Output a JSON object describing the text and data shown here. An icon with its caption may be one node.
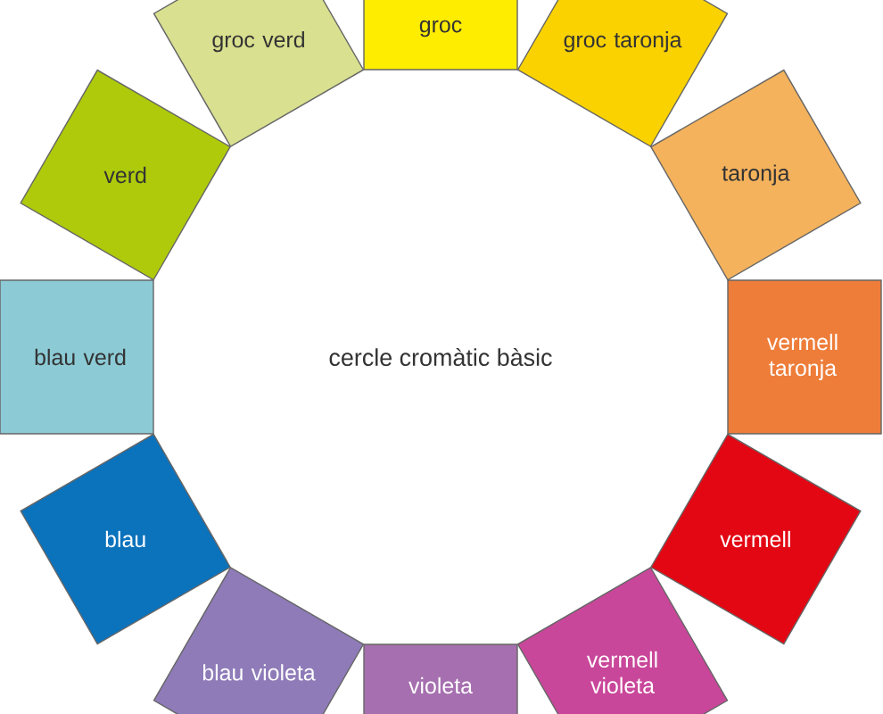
{
  "diagram": {
    "nodes": [
      {
        "text": [
          "groc"
        ]
      },
      {
        "text": [
          "groc taronja"
        ]
      },
      {
        "text": [
          "taronja"
        ]
      },
      {
        "text": [
          "vermell taronja"
        ]
      },
      {
        "text": [
          "vermell"
        ]
      },
      {
        "text": [
          "vermell violeta"
        ]
      },
      {
        "text": [
          "violeta"
        ]
      },
      {
        "text": [
          "blau violeta"
        ]
      },
      {
        "text": [
          "blau"
        ]
      },
      {
        "text": [
          "blau verd"
        ]
      },
      {
        "text": [
          "verd"
        ]
      },
      {
        "text": [
          "groc verd"
        ]
      }
    ],
    "labels": [
      "cercle cromàtic bàsic"
    ]
  }
}
